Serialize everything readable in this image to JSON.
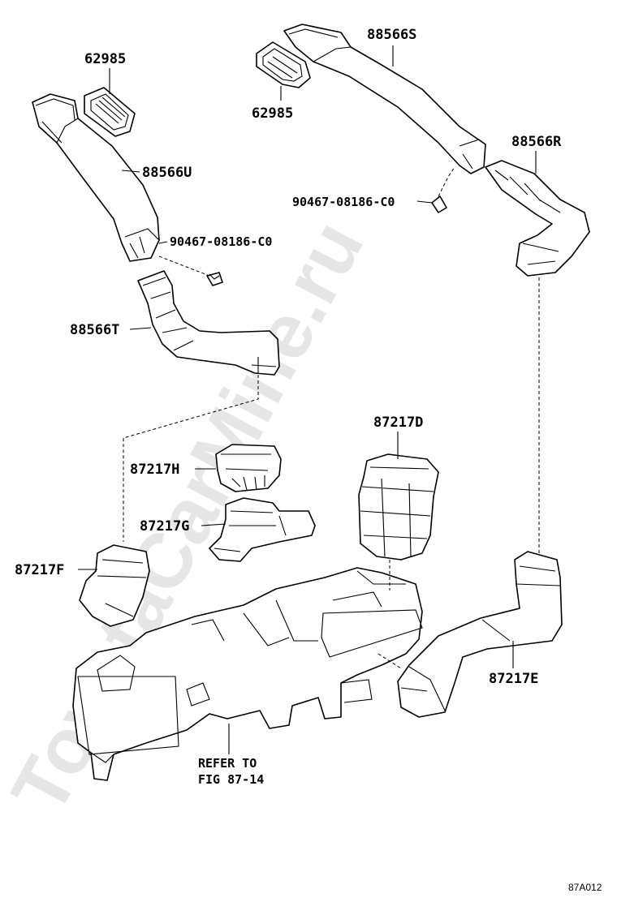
{
  "watermark": "ToyotaCarMine.ru",
  "figure_code": "87A012",
  "labels": {
    "p62985_left": "62985",
    "p88566U": "88566U",
    "bolt_left": "90467-08186-C0",
    "p88566T": "88566T",
    "p88566S": "88566S",
    "p62985_right": "62985",
    "p88566R": "88566R",
    "bolt_right": "90467-08186-C0",
    "p87217D": "87217D",
    "p87217H": "87217H",
    "p87217G": "87217G",
    "p87217F": "87217F",
    "p87217E": "87217E",
    "refer_line1": "REFER TO",
    "refer_line2": "FIG 87-14"
  }
}
